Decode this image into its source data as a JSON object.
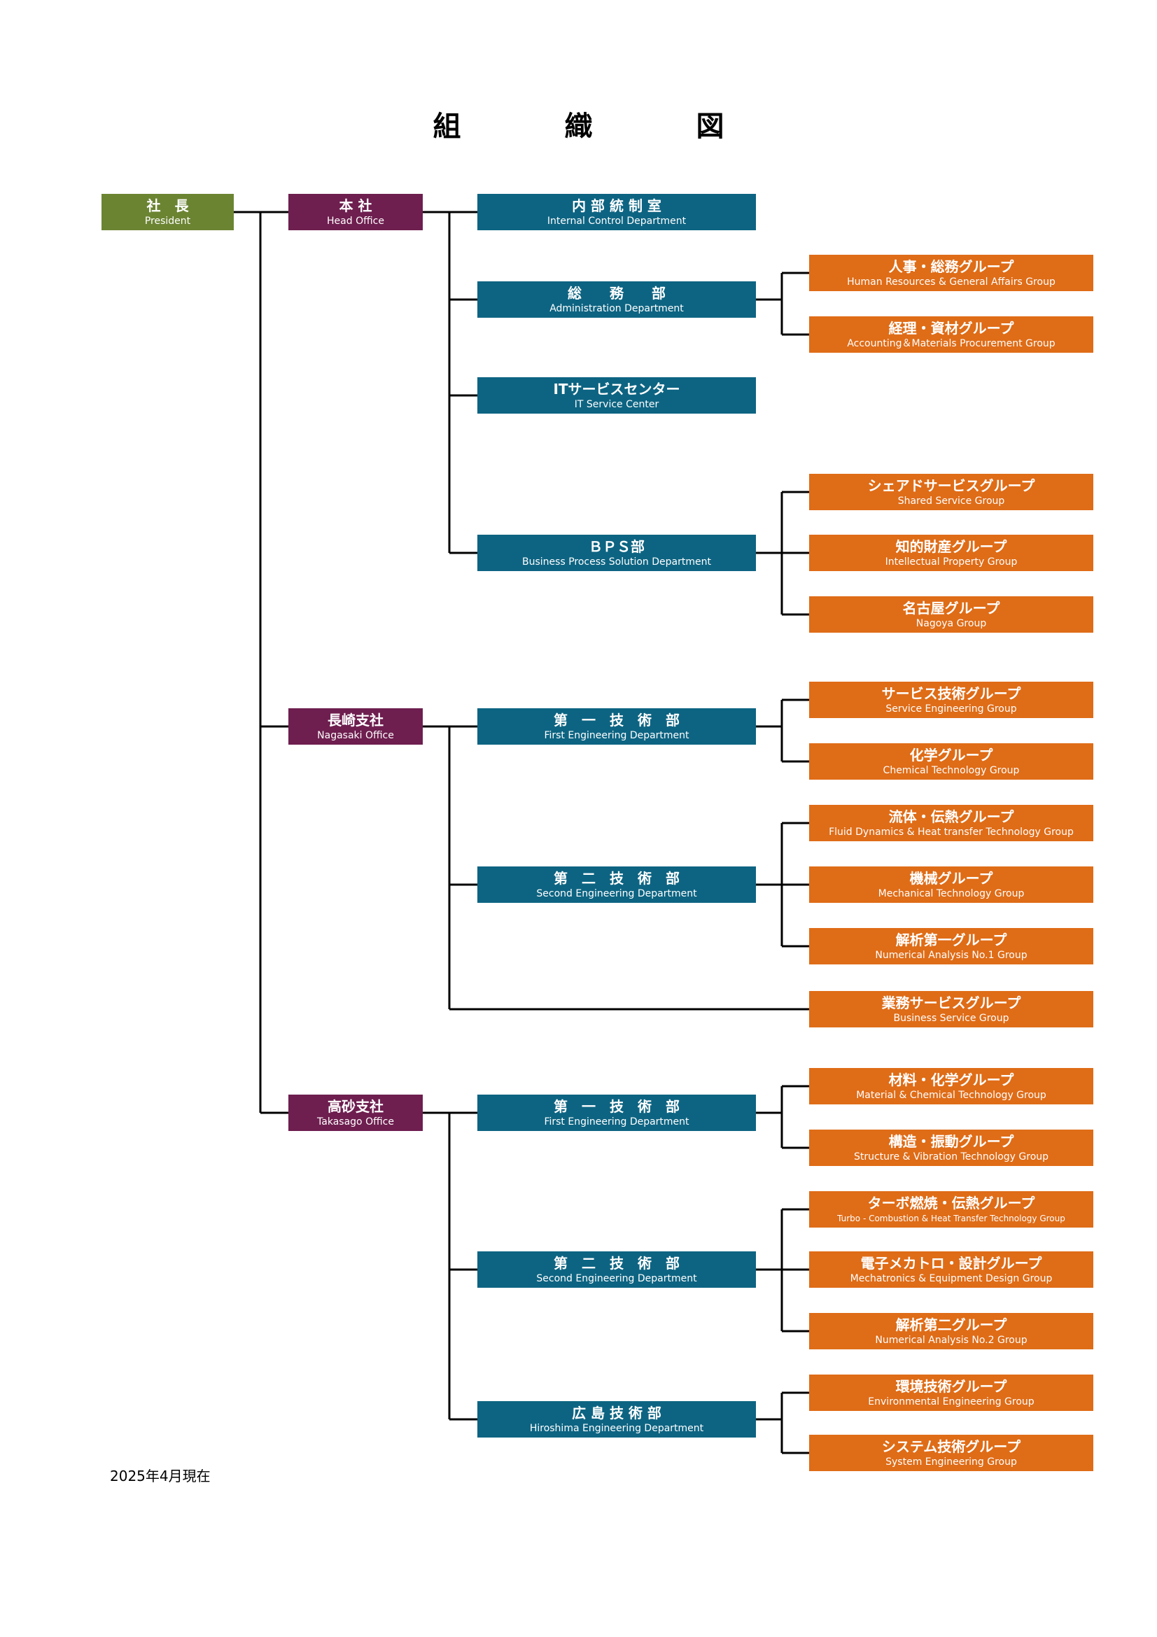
{
  "title": "組　織　図",
  "footer": "2025年4月現在",
  "colors": {
    "president": "#6b8432",
    "office": "#6e1e4f",
    "department": "#0d6482",
    "group": "#df6c17",
    "line": "#000000"
  },
  "president": {
    "jp": "社　長",
    "en": "President"
  },
  "offices": [
    {
      "jp": "本 社",
      "en": "Head Office"
    },
    {
      "jp": "長崎支社",
      "en": "Nagasaki Office"
    },
    {
      "jp": "高砂支社",
      "en": "Takasago Office"
    }
  ],
  "departments": [
    {
      "jp": "内 部 統 制 室",
      "en": "Internal Control Department"
    },
    {
      "jp": "総　　務　　部",
      "en": "Administration Department"
    },
    {
      "jp": "ITサービスセンター",
      "en": "IT Service Center"
    },
    {
      "jp": "ＢＰＳ部",
      "en": "Business Process Solution Department"
    },
    {
      "jp": "第　一　技　術　部",
      "en": "First Engineering Department"
    },
    {
      "jp": "第　二　技　術　部",
      "en": "Second Engineering Department"
    },
    {
      "jp": "第　一　技　術　部",
      "en": "First Engineering Department"
    },
    {
      "jp": "第　二　技　術　部",
      "en": "Second Engineering Department"
    },
    {
      "jp": "広 島 技 術 部",
      "en": "Hiroshima Engineering Department"
    }
  ],
  "groups": [
    {
      "jp": "人事・総務グループ",
      "en": "Human Resources & General Affairs Group"
    },
    {
      "jp": "経理・資材グループ",
      "en": "Accounting＆Materials Procurement Group"
    },
    {
      "jp": "シェアドサービスグループ",
      "en": "Shared Service Group"
    },
    {
      "jp": "知的財産グループ",
      "en": "Intellectual Property Group"
    },
    {
      "jp": "名古屋グループ",
      "en": "Nagoya Group"
    },
    {
      "jp": "サービス技術グループ",
      "en": "Service Engineering Group"
    },
    {
      "jp": "化学グループ",
      "en": "Chemical Technology Group"
    },
    {
      "jp": "流体・伝熱グループ",
      "en": "Fluid Dynamics & Heat transfer Technology Group"
    },
    {
      "jp": "機械グループ",
      "en": "Mechanical Technology Group"
    },
    {
      "jp": "解析第一グループ",
      "en": "Numerical Analysis No.1 Group"
    },
    {
      "jp": "業務サービスグループ",
      "en": "Business Service Group"
    },
    {
      "jp": "材料・化学グループ",
      "en": "Material & Chemical Technology Group"
    },
    {
      "jp": "構造・振動グループ",
      "en": "Structure & Vibration Technology Group"
    },
    {
      "jp": "ターボ燃焼・伝熱グループ",
      "en": "Turbo - Combustion & Heat Transfer Technology Group"
    },
    {
      "jp": "電子メカトロ・設計グループ",
      "en": "Mechatronics & Equipment Design Group"
    },
    {
      "jp": "解析第二グループ",
      "en": "Numerical Analysis No.2 Group"
    },
    {
      "jp": "環境技術グループ",
      "en": "Environmental Engineering Group"
    },
    {
      "jp": "システム技術グループ",
      "en": "System Engineering Group"
    }
  ]
}
